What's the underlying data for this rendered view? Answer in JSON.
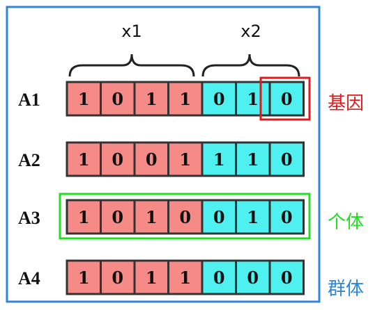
{
  "variables": [
    {
      "label": "x1"
    },
    {
      "label": "x2"
    }
  ],
  "rows": [
    {
      "label": "A1",
      "genes": [
        "1",
        "0",
        "1",
        "1",
        "0",
        "1",
        "0"
      ]
    },
    {
      "label": "A2",
      "genes": [
        "1",
        "0",
        "0",
        "1",
        "1",
        "1",
        "0"
      ]
    },
    {
      "label": "A3",
      "genes": [
        "1",
        "0",
        "1",
        "0",
        "0",
        "1",
        "0"
      ]
    },
    {
      "label": "A4",
      "genes": [
        "1",
        "0",
        "1",
        "1",
        "0",
        "0",
        "0"
      ]
    }
  ],
  "x1_length": 4,
  "labels": {
    "gene": "基因",
    "individual": "个体",
    "population": "群体"
  },
  "colors": {
    "x1_cell": "#f58a87",
    "x2_cell": "#4ff0f0",
    "gene_highlight": "#e0191b",
    "individual_highlight": "#22dd22",
    "population_border": "#2f86d8",
    "population_text": "#2f86d8"
  }
}
